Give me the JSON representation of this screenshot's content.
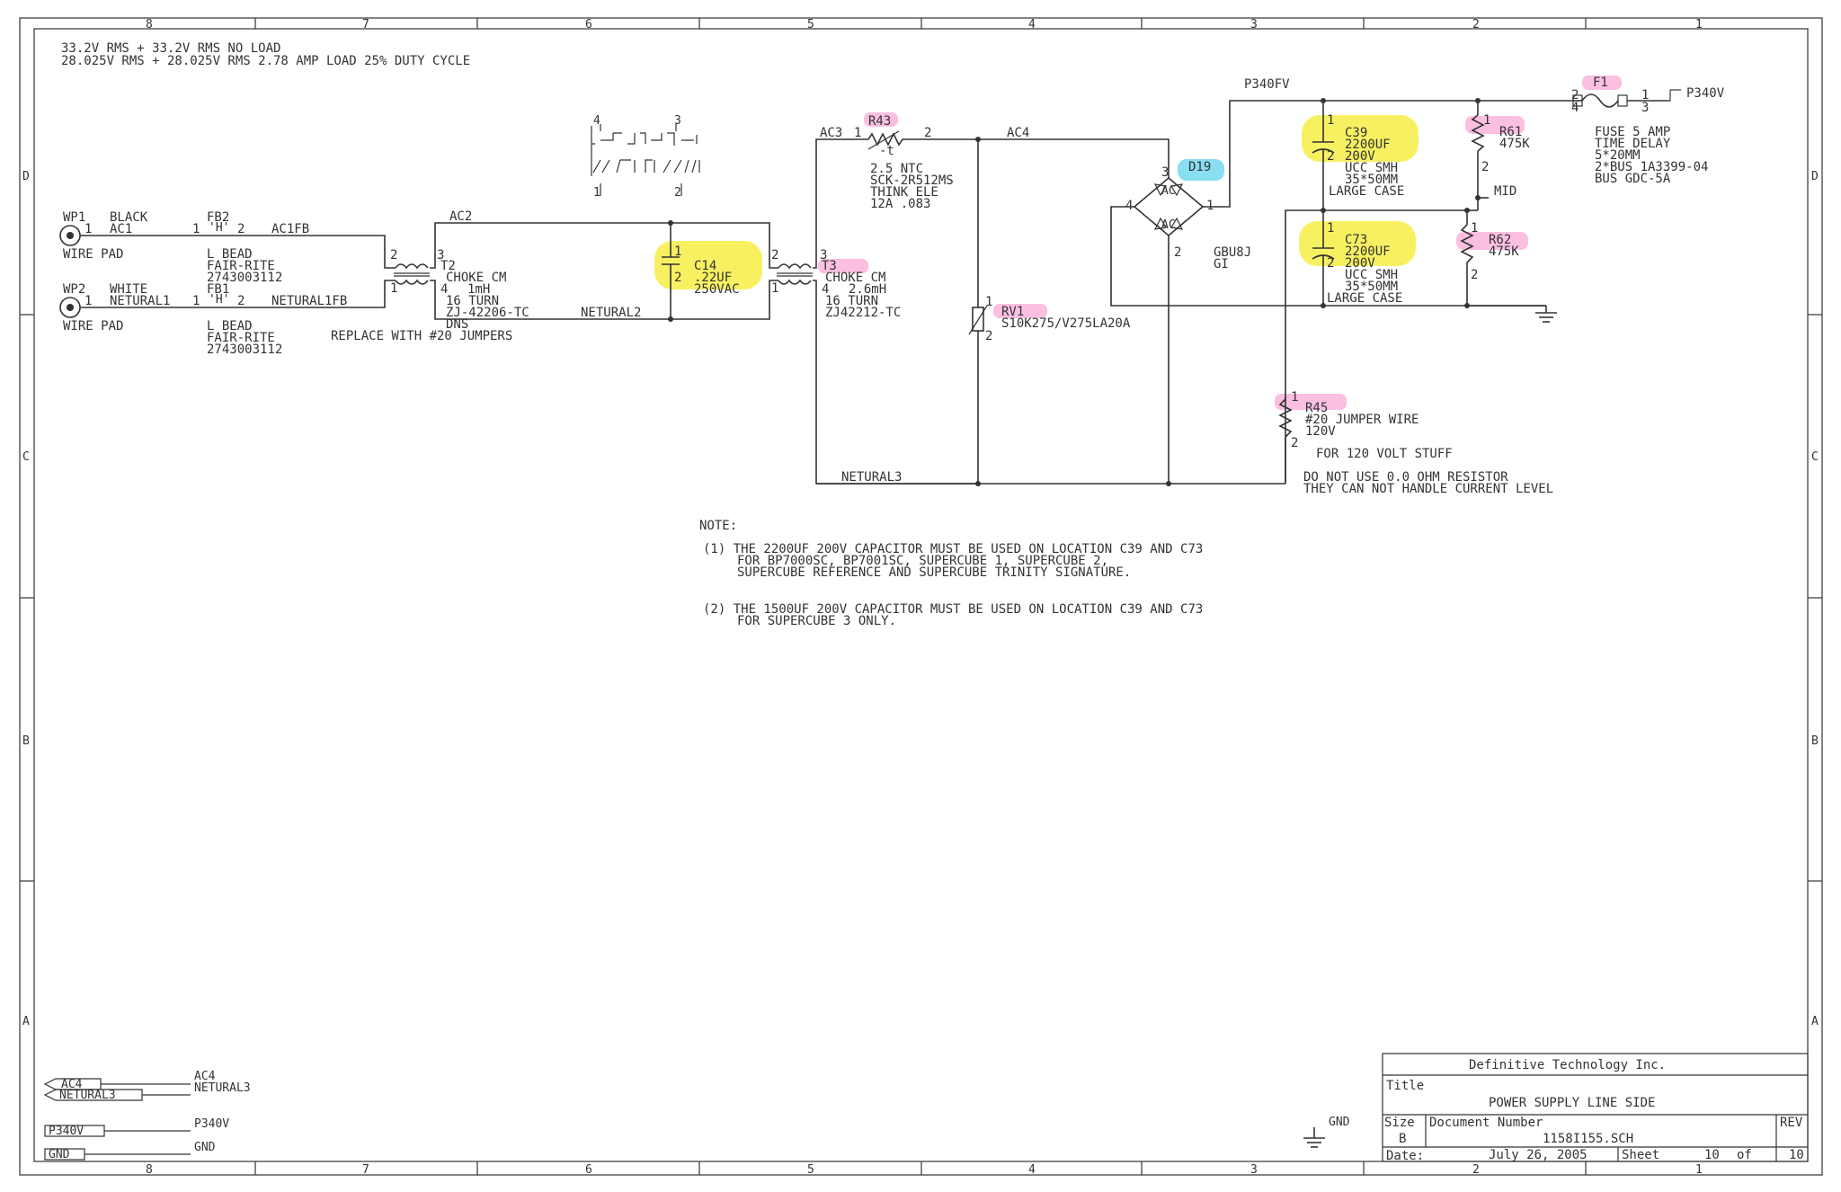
{
  "border": {
    "top_numbers": [
      "8",
      "7",
      "6",
      "5",
      "4",
      "3",
      "2",
      "1"
    ],
    "bottom_numbers": [
      "8",
      "7",
      "6",
      "5",
      "4",
      "3",
      "2",
      "1"
    ],
    "left_letters": [
      "D",
      "C",
      "B",
      "A"
    ],
    "right_letters": [
      "D",
      "C",
      "B",
      "A"
    ]
  },
  "header_notes": {
    "line1": "33.2V RMS + 33.2V RMS NO LOAD",
    "line2": "28.025V RMS + 28.025V RMS 2.78 AMP LOAD 25% DUTY CYCLE"
  },
  "inputs": {
    "wp1_ref": "WP1",
    "wp1_color": "BLACK",
    "wp1_pin": "1",
    "wp1_net": "AC1",
    "wp1_desc": "WIRE PAD",
    "wp2_ref": "WP2",
    "wp2_color": "WHITE",
    "wp2_pin": "1",
    "wp2_net": "NETURAL1",
    "wp2_desc": "WIRE PAD"
  },
  "fb2": {
    "ref": "FB2",
    "pin1": "1",
    "pin2": "2",
    "net_out": "AC1FB",
    "line1": "L BEAD",
    "line2": "FAIR-RITE",
    "line3": "2743003112"
  },
  "fb1": {
    "ref": "FB1",
    "pin1": "1",
    "pin2": "2",
    "net_out": "NETURAL1FB",
    "line1": "L BEAD",
    "line2": "FAIR-RITE",
    "line3": "2743003112"
  },
  "t2": {
    "ref": "T2",
    "p1": "1",
    "p2": "2",
    "p3": "3",
    "p4": "4",
    "line1": "CHOKE CM",
    "line2": "1mH",
    "line3": "16 TURN",
    "line4": "ZJ-42206-TC",
    "dns": "DNS",
    "replace": "REPLACE WITH #20 JUMPERS"
  },
  "jumper_pins": {
    "p4": "4",
    "p3": "3",
    "p1": "1",
    "p2": "2"
  },
  "nets": {
    "ac2": "AC2",
    "netural2": "NETURAL2",
    "ac3": "AC3",
    "ac4": "AC4",
    "netural3": "NETURAL3",
    "p340fv": "P340FV",
    "p340v": "P340V",
    "mid": "MID"
  },
  "c14": {
    "ref": "C14",
    "value": ".22UF",
    "voltage": "250VAC",
    "p1": "1",
    "p2": "2"
  },
  "t3": {
    "ref": "T3",
    "p1": "1",
    "p2": "2",
    "p3": "3",
    "p4": "4",
    "line1": "CHOKE CM",
    "line2": "2.6mH",
    "line3": "16 TURN",
    "line4": "ZJ42212-TC"
  },
  "r43": {
    "ref": "R43",
    "p1": "1",
    "p2": "2",
    "temp": "-t",
    "line1": "2.5 NTC",
    "line2": "SCK-2R512MS",
    "line3": "THINK ELE",
    "line4": "12A .083"
  },
  "rv1": {
    "ref": "RV1",
    "p1": "1",
    "p2": "2",
    "value": "S10K275/V275LA20A"
  },
  "d19": {
    "ref": "D19",
    "p1": "1",
    "p2": "2",
    "p3": "3",
    "p4": "4",
    "ac": "AC",
    "part": "GBU8J",
    "mfr": "GI"
  },
  "c39": {
    "ref": "C39",
    "value": "2200UF",
    "voltage": "200V",
    "line1": "UCC SMH",
    "line2": "35*50MM",
    "line3": "LARGE CASE",
    "p1": "1",
    "p2": "2"
  },
  "c73": {
    "ref": "C73",
    "value": "2200UF",
    "voltage": "200V",
    "line1": "UCC SMH",
    "line2": "35*50MM",
    "line3": "LARGE CASE",
    "p1": "1",
    "p2": "2"
  },
  "r61": {
    "ref": "R61",
    "value": "475K",
    "p1": "1",
    "p2": "2"
  },
  "r62": {
    "ref": "R62",
    "value": "475K",
    "p1": "1",
    "p2": "2"
  },
  "f1": {
    "ref": "F1",
    "p1": "1",
    "p2": "2",
    "p3": "3",
    "p4": "4",
    "line1": "FUSE 5 AMP",
    "line2": "TIME DELAY",
    "line3": "5*20MM",
    "line4": "2*BUS 1A3399-04",
    "line5": "BUS GDC-5A"
  },
  "r45": {
    "ref": "R45",
    "p1": "1",
    "p2": "2",
    "line1": "#20 JUMPER WIRE",
    "line2": "120V",
    "line3": "FOR 120 VOLT STUFF",
    "warn1": "DO NOT USE 0.0 OHM RESISTOR",
    "warn2": "THEY CAN NOT HANDLE CURRENT LEVEL"
  },
  "note": {
    "heading": "NOTE:",
    "n1_line1": "(1)  THE 2200UF 200V CAPACITOR MUST BE USED ON LOCATION C39 AND C73",
    "n1_line2": "FOR BP7000SC, BP7001SC, SUPERCUBE 1, SUPERCUBE 2,",
    "n1_line3": "SUPERCUBE REFERENCE AND SUPERCUBE TRINITY SIGNATURE.",
    "n2_line1": "(2)  THE 1500UF 200V CAPACITOR MUST BE USED ON LOCATION C39 AND C73",
    "n2_line2": "FOR SUPERCUBE 3 ONLY."
  },
  "ports": {
    "ac4_label": "AC4",
    "netural3_label": "NETURAL3",
    "ac4_net": "AC4",
    "netural3_net": "NETURAL3",
    "p340v_label": "P340V",
    "p340v_net": "P340V",
    "gnd_label": "GND",
    "gnd_net": "GND",
    "gnd_symbol": "GND"
  },
  "title_block": {
    "company": "Definitive Technology Inc.",
    "title_label": "Title",
    "title": "POWER SUPPLY LINE SIDE",
    "size_label": "Size",
    "size": "B",
    "docnum_label": "Document Number",
    "docnum": "1158I155.SCH",
    "rev_label": "REV",
    "rev": "",
    "date_label": "Date:",
    "date": "July 26, 2005",
    "sheet_label": "Sheet",
    "sheet": "10",
    "of_label": "of",
    "of": "10"
  }
}
